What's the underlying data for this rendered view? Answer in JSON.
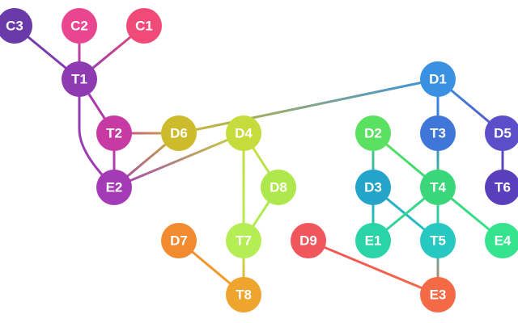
{
  "nodes": [
    {
      "id": "C3",
      "label": "C3",
      "color": "#6a3ba8"
    },
    {
      "id": "C2",
      "label": "C2",
      "color": "#e94591"
    },
    {
      "id": "C1",
      "label": "C1",
      "color": "#ef4a78"
    },
    {
      "id": "T1",
      "label": "T1",
      "color": "#8e3bb2"
    },
    {
      "id": "D1",
      "label": "D1",
      "color": "#3a91e1"
    },
    {
      "id": "T2",
      "label": "T2",
      "color": "#c73aa3"
    },
    {
      "id": "D6",
      "label": "D6",
      "color": "#cdbb2c"
    },
    {
      "id": "D4",
      "label": "D4",
      "color": "#c6dc3c"
    },
    {
      "id": "D2",
      "label": "D2",
      "color": "#5be162"
    },
    {
      "id": "T3",
      "label": "T3",
      "color": "#3f76d8"
    },
    {
      "id": "D5",
      "label": "D5",
      "color": "#5a4fc9"
    },
    {
      "id": "E2",
      "label": "E2",
      "color": "#a43ab6"
    },
    {
      "id": "D8",
      "label": "D8",
      "color": "#aee84c"
    },
    {
      "id": "D3",
      "label": "D3",
      "color": "#24a4c8"
    },
    {
      "id": "T4",
      "label": "T4",
      "color": "#3ad67a"
    },
    {
      "id": "T6",
      "label": "T6",
      "color": "#5a3fbd"
    },
    {
      "id": "D7",
      "label": "D7",
      "color": "#f28a30"
    },
    {
      "id": "T7",
      "label": "T7",
      "color": "#b5ee54"
    },
    {
      "id": "D9",
      "label": "D9",
      "color": "#f0565c"
    },
    {
      "id": "E1",
      "label": "E1",
      "color": "#2ad4a6"
    },
    {
      "id": "T5",
      "label": "T5",
      "color": "#27c7c2"
    },
    {
      "id": "E4",
      "label": "E4",
      "color": "#35e28e"
    },
    {
      "id": "T8",
      "label": "T8",
      "color": "#efa42e"
    },
    {
      "id": "E3",
      "label": "E3",
      "color": "#f46a46"
    }
  ],
  "edges": [
    [
      "C3",
      "T1"
    ],
    [
      "C2",
      "T1"
    ],
    [
      "C1",
      "T1"
    ],
    [
      "T1",
      "T2"
    ],
    [
      "T1",
      "E2"
    ],
    [
      "T2",
      "E2"
    ],
    [
      "T2",
      "D6"
    ],
    [
      "D6",
      "D1"
    ],
    [
      "D6",
      "E2"
    ],
    [
      "D4",
      "E2"
    ],
    [
      "D4",
      "D8"
    ],
    [
      "D4",
      "T7"
    ],
    [
      "D8",
      "T7"
    ],
    [
      "D7",
      "T8"
    ],
    [
      "T7",
      "T8"
    ],
    [
      "D1",
      "T3"
    ],
    [
      "D1",
      "D5"
    ],
    [
      "D5",
      "T6"
    ],
    [
      "T3",
      "T4"
    ],
    [
      "D2",
      "T4"
    ],
    [
      "D2",
      "D3"
    ],
    [
      "D3",
      "E1"
    ],
    [
      "D3",
      "T5"
    ],
    [
      "T4",
      "E1"
    ],
    [
      "T4",
      "T5"
    ],
    [
      "T4",
      "E4"
    ],
    [
      "T5",
      "E3"
    ],
    [
      "D9",
      "E3"
    ]
  ]
}
